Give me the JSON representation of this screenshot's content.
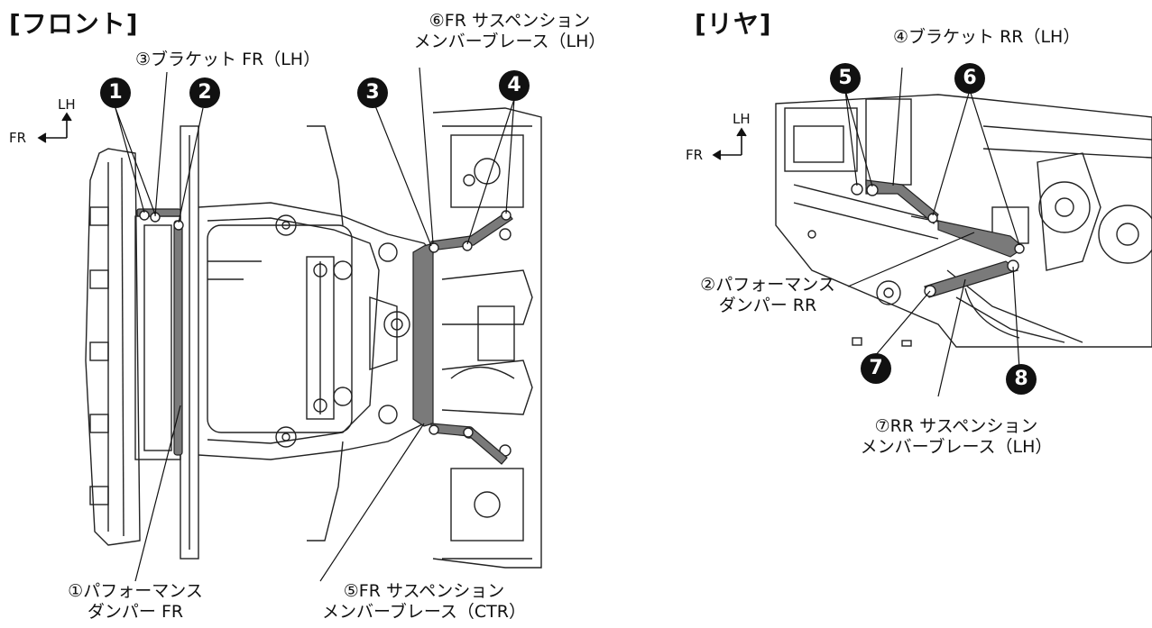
{
  "front": {
    "title": "[フロント]",
    "orientation": {
      "lh": "LH",
      "fr": "FR"
    },
    "badges": [
      "1",
      "2",
      "3",
      "4"
    ],
    "labels": {
      "bracket_fr": "③ブラケット FR（LH）",
      "fr_brace_lh_1": "⑥FR サスペンション",
      "fr_brace_lh_2": "メンバーブレース（LH）",
      "damper_fr_1": "①パフォーマンス",
      "damper_fr_2": "ダンパー FR",
      "fr_brace_ctr_1": "⑤FR サスペンション",
      "fr_brace_ctr_2": "メンバーブレース（CTR）"
    }
  },
  "rear": {
    "title": "[リヤ]",
    "orientation": {
      "lh": "LH",
      "fr": "FR"
    },
    "badges": [
      "5",
      "6",
      "7",
      "8"
    ],
    "labels": {
      "bracket_rr": "④ブラケット RR（LH）",
      "damper_rr_1": "②パフォーマンス",
      "damper_rr_2": "ダンパー RR",
      "rr_brace_lh_1": "⑦RR サスペンション",
      "rr_brace_lh_2": "メンバーブレース（LH）"
    }
  },
  "colors": {
    "line": "#111111",
    "part_fill": "#7a7a7a",
    "background": "#ffffff"
  }
}
